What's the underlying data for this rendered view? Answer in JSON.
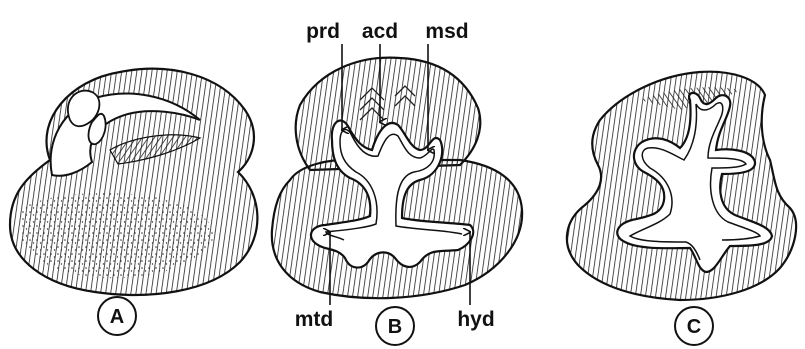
{
  "diagram": {
    "panels": [
      {
        "id": "A",
        "label": "A"
      },
      {
        "id": "B",
        "label": "B"
      },
      {
        "id": "C",
        "label": "C"
      }
    ],
    "annotations": {
      "prd": "prd",
      "acd": "acd",
      "msd": "msd",
      "mtd": "mtd",
      "hyd": "hyd"
    }
  }
}
